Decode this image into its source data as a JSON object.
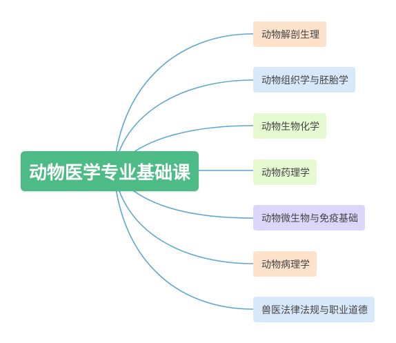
{
  "mindmap": {
    "root": {
      "label": "动物医学专业基础课",
      "color": "#4cbb86"
    },
    "children": [
      {
        "label": "动物解剖生理",
        "color": "#fde3cc"
      },
      {
        "label": "动物组织学与胚胎学",
        "color": "#d8e8fb"
      },
      {
        "label": "动物生物化学",
        "color": "#e6fad2"
      },
      {
        "label": "动物药理学",
        "color": "#e6fad2"
      },
      {
        "label": "动物微生物与免疫基础",
        "color": "#dcd6fb"
      },
      {
        "label": "动物病理学",
        "color": "#fde3cc"
      },
      {
        "label": "兽医法律法规与职业道德",
        "color": "#d8e8fb"
      }
    ],
    "connector_color": "#5aa7d1"
  }
}
